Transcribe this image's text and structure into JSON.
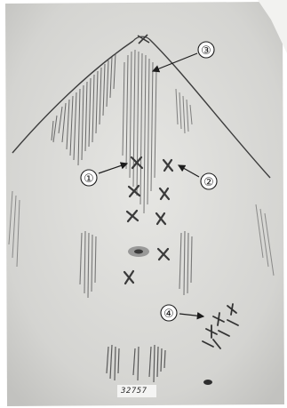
{
  "callouts": [
    {
      "id": "callout-1",
      "label": "①"
    },
    {
      "id": "callout-2",
      "label": "②"
    },
    {
      "id": "callout-3",
      "label": "③"
    },
    {
      "id": "callout-4",
      "label": "④"
    }
  ],
  "reference_number": "32757",
  "colors": {
    "paper": "#d9d9d6",
    "pencil": "#4a4a4a",
    "dark_mark": "#3a3a3a",
    "ink": "#1c1c1c"
  }
}
